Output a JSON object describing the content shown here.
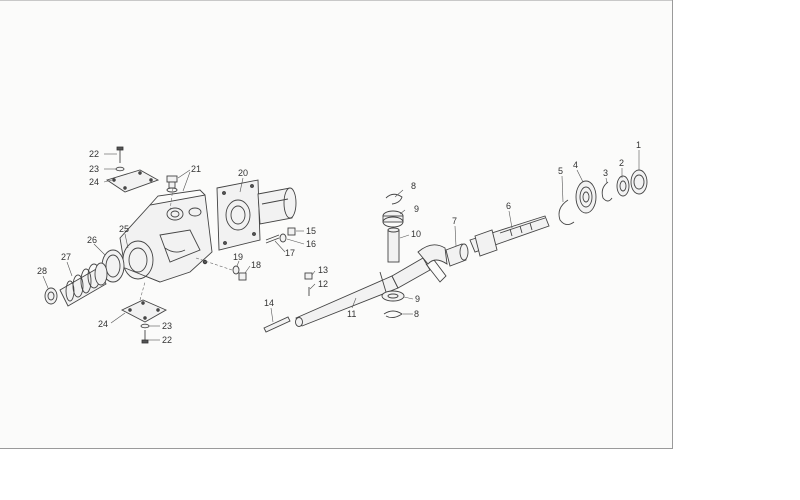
{
  "callouts": [
    {
      "id": "c1",
      "text": "1"
    },
    {
      "id": "c2",
      "text": "2"
    },
    {
      "id": "c3",
      "text": "3"
    },
    {
      "id": "c4",
      "text": "4"
    },
    {
      "id": "c5",
      "text": "5"
    },
    {
      "id": "c6",
      "text": "6"
    },
    {
      "id": "c7",
      "text": "7"
    },
    {
      "id": "c8a",
      "text": "8"
    },
    {
      "id": "c9a",
      "text": "9"
    },
    {
      "id": "c10",
      "text": "10"
    },
    {
      "id": "c11",
      "text": "11"
    },
    {
      "id": "c9b",
      "text": "9"
    },
    {
      "id": "c8b",
      "text": "8"
    },
    {
      "id": "c12",
      "text": "12"
    },
    {
      "id": "c13",
      "text": "13"
    },
    {
      "id": "c14",
      "text": "14"
    },
    {
      "id": "c15",
      "text": "15"
    },
    {
      "id": "c16",
      "text": "16"
    },
    {
      "id": "c17",
      "text": "17"
    },
    {
      "id": "c18",
      "text": "18"
    },
    {
      "id": "c19",
      "text": "19"
    },
    {
      "id": "c20",
      "text": "20"
    },
    {
      "id": "c21",
      "text": "21"
    },
    {
      "id": "c22a",
      "text": "22"
    },
    {
      "id": "c23a",
      "text": "23"
    },
    {
      "id": "c24a",
      "text": "24"
    },
    {
      "id": "c25",
      "text": "25"
    },
    {
      "id": "c26",
      "text": "26"
    },
    {
      "id": "c27",
      "text": "27"
    },
    {
      "id": "c28",
      "text": "28"
    },
    {
      "id": "c24b",
      "text": "24"
    },
    {
      "id": "c23b",
      "text": "23"
    },
    {
      "id": "c22b",
      "text": "22"
    }
  ]
}
